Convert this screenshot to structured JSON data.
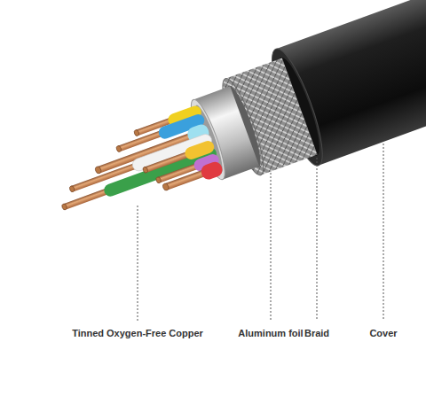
{
  "diagram": {
    "labels": [
      "Tinned Oxygen-Free Copper",
      "Aluminum foil",
      "Braid",
      "Cover"
    ]
  }
}
